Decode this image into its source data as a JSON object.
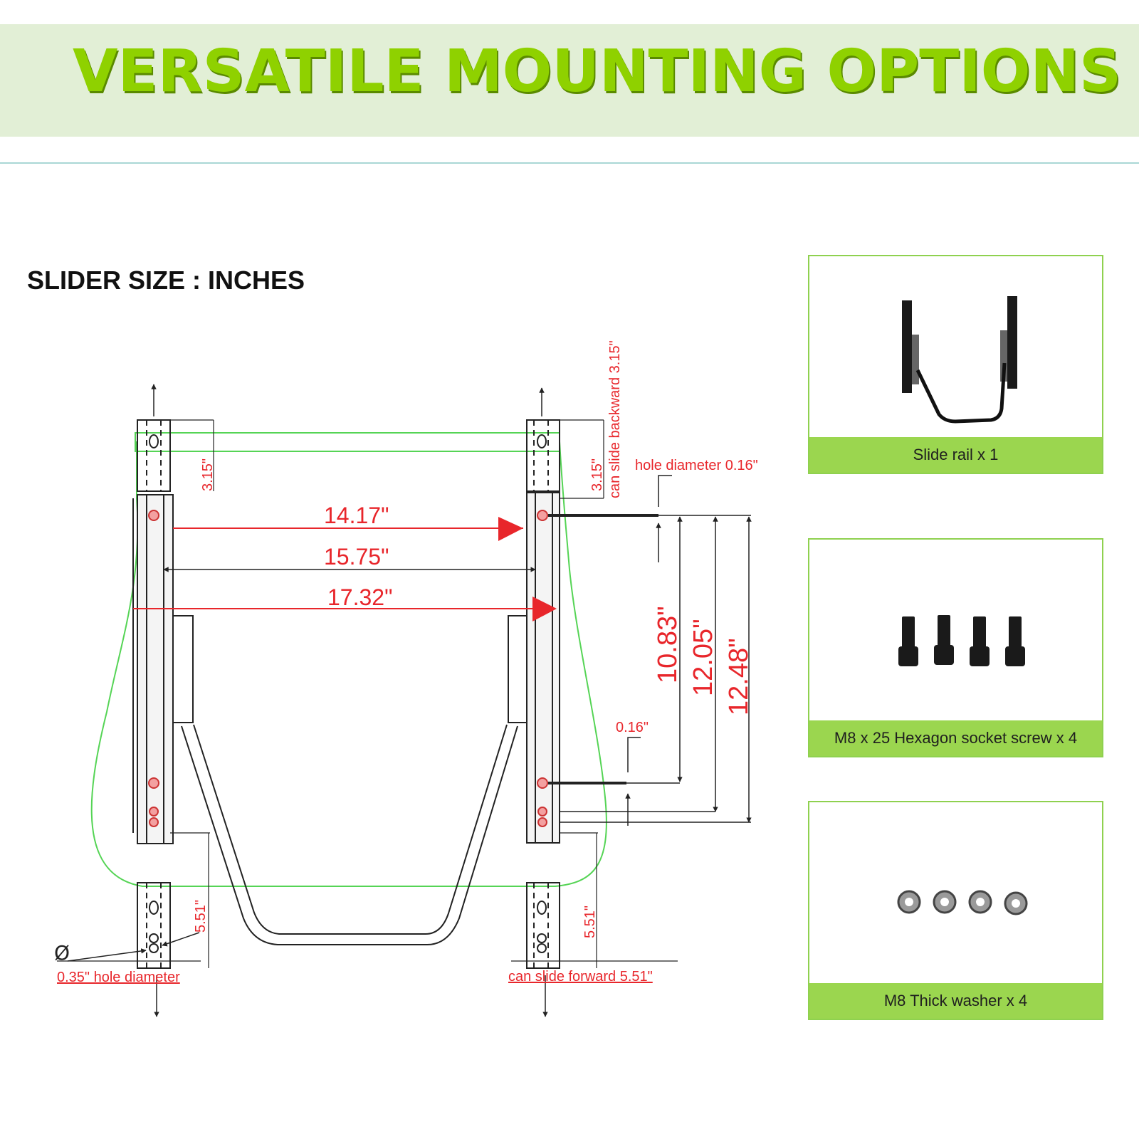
{
  "header": {
    "title": "VERSATILE MOUNTING OPTIONS"
  },
  "diagram": {
    "section_title": "SLIDER SIZE : INCHES",
    "labels": {
      "back_left": "3.15\"",
      "back_right": "3.15\"",
      "back_note": "can slide backward 3.15\"",
      "hole_top": "hole diameter 0.16\"",
      "w1": "14.17\"",
      "w2": "15.75\"",
      "w3": "17.32\"",
      "h1": "10.83\"",
      "h2": "12.05\"",
      "h3": "12.48\"",
      "small": "0.16\"",
      "fwd_left": "5.51\"",
      "fwd_right": "5.51\"",
      "phi": "Ø",
      "hole_big": "0.35\" hole diameter",
      "fwd_note": "can slide forward 5.51\""
    }
  },
  "cards": [
    {
      "caption": "Slide rail x 1",
      "icon": "slide-rail-image"
    },
    {
      "caption": "M8 x 25 Hexagon socket screw x 4",
      "icon": "hex-screw-image"
    },
    {
      "caption": "M8 Thick washer x 4",
      "icon": "washer-image"
    }
  ],
  "colors": {
    "banner_bg": "#e2efd6",
    "title": "#8fd100",
    "accent": "#9bd64f",
    "dimension_red": "#e8262b",
    "outline_green": "#55d455"
  }
}
